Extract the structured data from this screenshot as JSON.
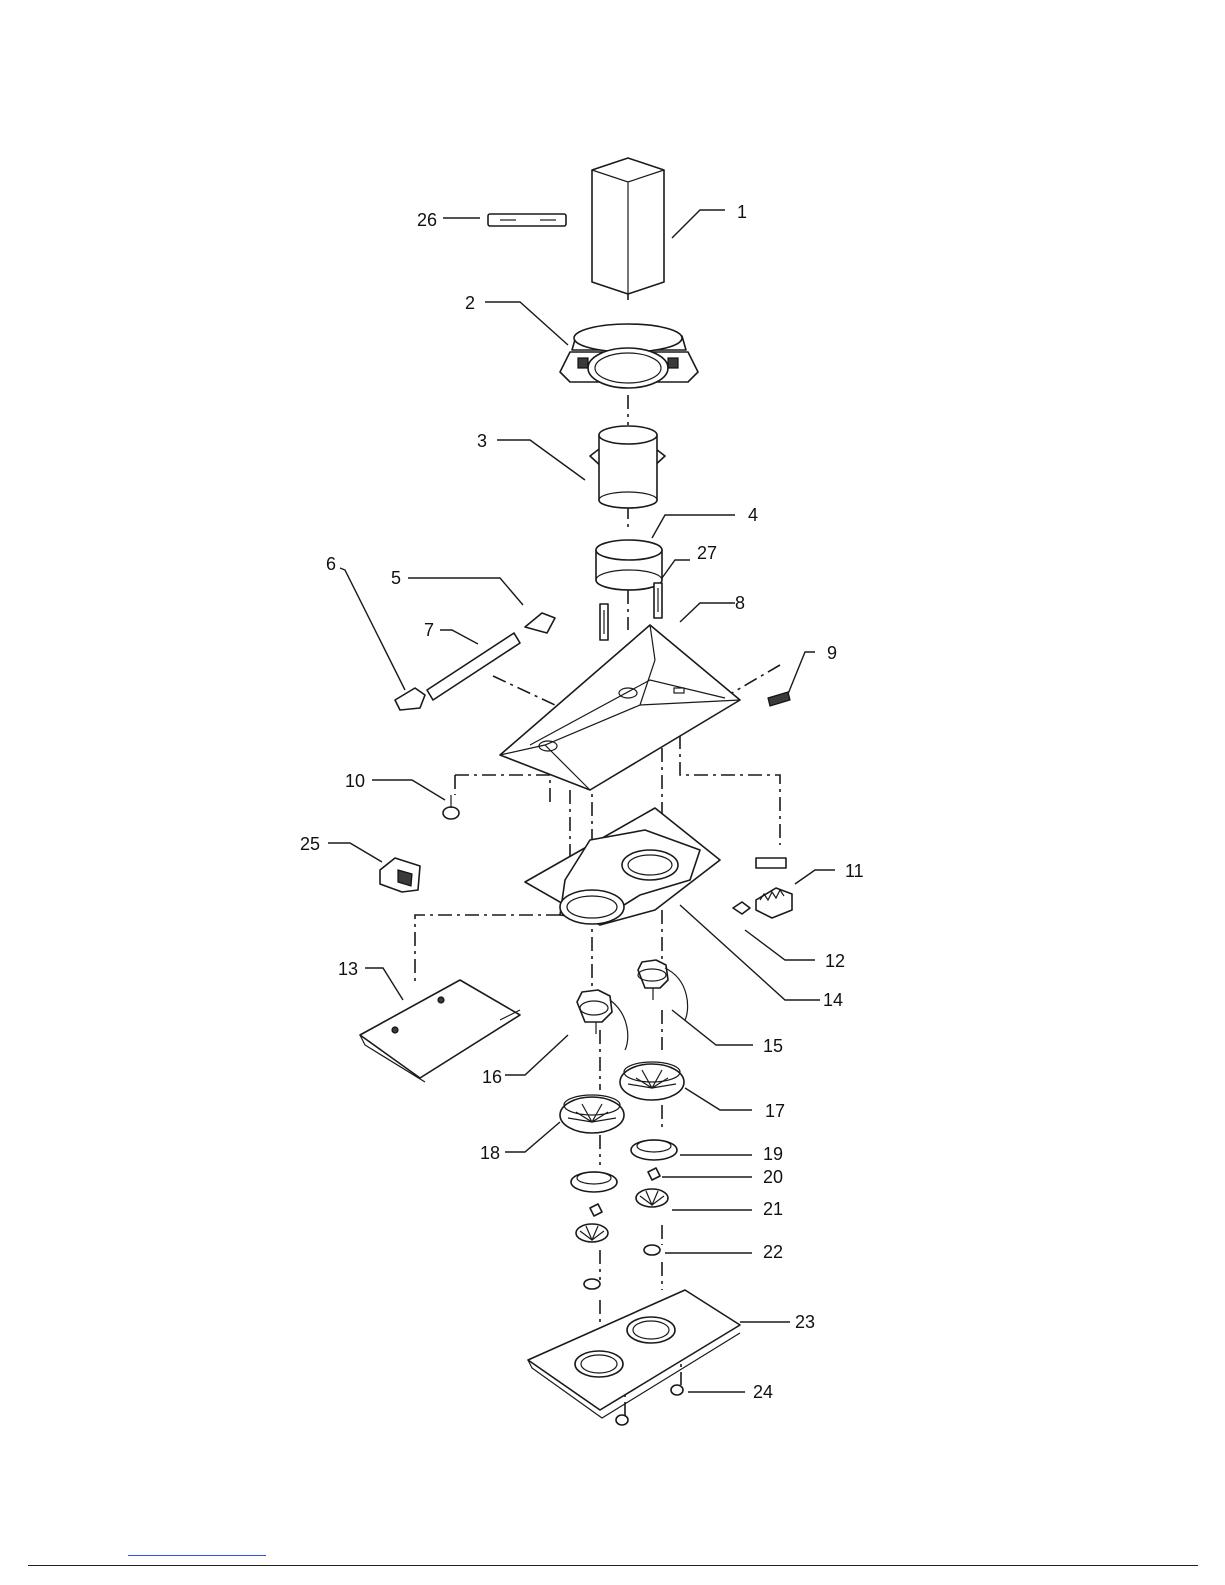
{
  "parts": [
    {
      "id": "1",
      "label": "1"
    },
    {
      "id": "2",
      "label": "2"
    },
    {
      "id": "3",
      "label": "3"
    },
    {
      "id": "4",
      "label": "4"
    },
    {
      "id": "5",
      "label": "5"
    },
    {
      "id": "6",
      "label": "6"
    },
    {
      "id": "7",
      "label": "7"
    },
    {
      "id": "8",
      "label": "8"
    },
    {
      "id": "9",
      "label": "9"
    },
    {
      "id": "10",
      "label": "10"
    },
    {
      "id": "11",
      "label": "11"
    },
    {
      "id": "12",
      "label": "12"
    },
    {
      "id": "13",
      "label": "13"
    },
    {
      "id": "14",
      "label": "14"
    },
    {
      "id": "15",
      "label": "15"
    },
    {
      "id": "16",
      "label": "16"
    },
    {
      "id": "17",
      "label": "17"
    },
    {
      "id": "18",
      "label": "18"
    },
    {
      "id": "19",
      "label": "19"
    },
    {
      "id": "20",
      "label": "20"
    },
    {
      "id": "21",
      "label": "21"
    },
    {
      "id": "22",
      "label": "22"
    },
    {
      "id": "23",
      "label": "23"
    },
    {
      "id": "24",
      "label": "24"
    },
    {
      "id": "25",
      "label": "25"
    },
    {
      "id": "26",
      "label": "26"
    },
    {
      "id": "27",
      "label": "27"
    }
  ]
}
